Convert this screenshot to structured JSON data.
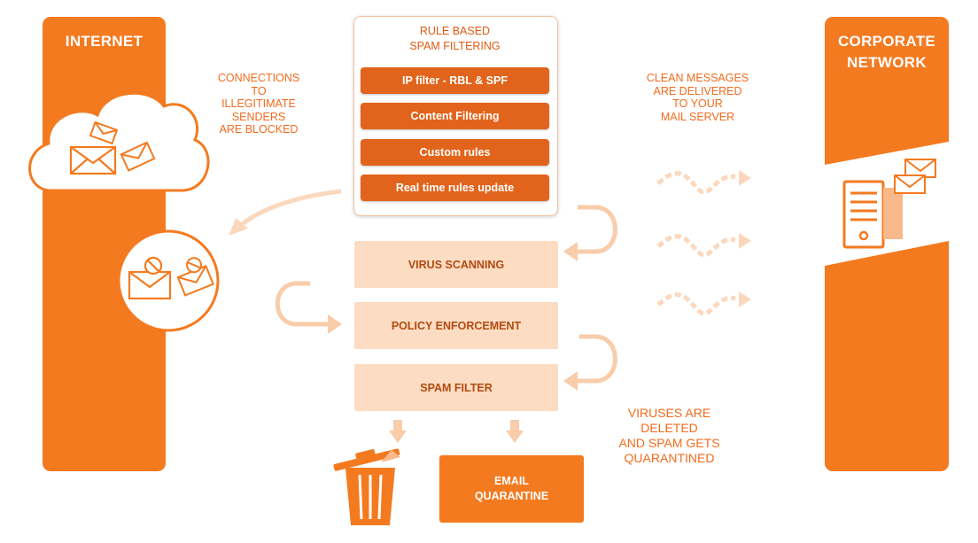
{
  "colors": {
    "accent": "#f47a20",
    "button": "#e2641c",
    "stage_fill": "#fcdcc3",
    "arrow_light": "#f9ccaa",
    "text_orange": "#f26b1d"
  },
  "internet": {
    "title": "INTERNET"
  },
  "corporate": {
    "title_line1": "CORPORATE",
    "title_line2": "NETWORK"
  },
  "blocked_note": [
    "CONNECTIONS",
    "TO",
    "ILLEGITIMATE",
    "SENDERS",
    "ARE BLOCKED"
  ],
  "delivered_note": [
    "CLEAN MESSAGES",
    "ARE DELIVERED",
    "TO YOUR",
    "MAIL SERVER"
  ],
  "virus_note": [
    "VIRUSES ARE",
    "DELETED",
    "AND SPAM GETS",
    "QUARANTINED"
  ],
  "rule_filtering": {
    "title_line1": "RULE BASED",
    "title_line2": "SPAM FILTERING",
    "items": [
      "IP filter - RBL & SPF",
      "Content Filtering",
      "Custom rules",
      "Real time rules update"
    ]
  },
  "stages": [
    "VIRUS SCANNING",
    "POLICY ENFORCEMENT",
    "SPAM FILTER"
  ],
  "quarantine": {
    "line1": "EMAIL",
    "line2": "QUARANTINE"
  },
  "icons": [
    "cloud-icon",
    "envelope-icon",
    "blocked-envelope-icon",
    "trash-can-icon",
    "server-icon",
    "wavy-arrow-icon",
    "down-arrow-icon"
  ]
}
